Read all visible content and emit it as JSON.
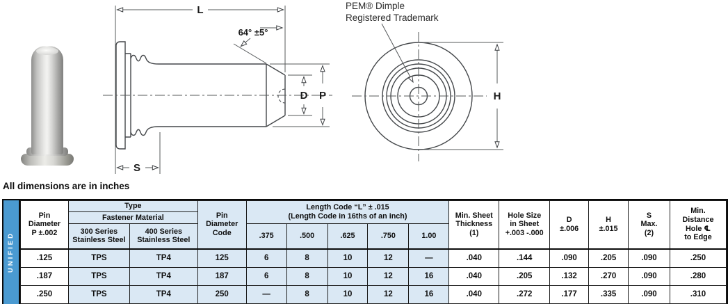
{
  "colors": {
    "band_blue": "#4a9ad1",
    "cell_light_blue": "#dae8f4",
    "line_color": "#44474a",
    "border_black": "#0b0b0b"
  },
  "drawing": {
    "photo_name": "stainless pin photo",
    "side_view": {
      "length_label": "L",
      "angle_label": "64° ±5°",
      "tip_diameter_label": "D",
      "pin_diameter_label": "P",
      "shoulder_label": "S"
    },
    "top_view": {
      "head_label": "H",
      "annotation_line1": "PEM® Dimple",
      "annotation_line2": "Registered Trademark"
    }
  },
  "note": "All dimensions are in inches",
  "table": {
    "side_label": "UNIFIED",
    "headers": {
      "pin_diameter": "Pin\nDiameter\nP ±.002",
      "type": "Type",
      "fastener_material": "Fastener Material",
      "series300": "300 Series\nStainless Steel",
      "series400": "400 Series\nStainless Steel",
      "pin_code": "Pin\nDiameter\nCode",
      "length_code_title": "Length Code “L” ± .015\n(Length Code in 16ths of an inch)",
      "length_codes": [
        ".375",
        ".500",
        ".625",
        ".750",
        "1.00"
      ],
      "min_sheet": "Min. Sheet\nThickness\n(1)",
      "hole_size": "Hole Size\nin Sheet\n+.003 -.000",
      "d": "D\n±.006",
      "h": "H\n±.015",
      "s": "S\nMax.\n(2)",
      "min_dist": "Min.\nDistance\nHole ℄\nto Edge"
    },
    "rows": [
      {
        "pin_diameter": ".125",
        "mat300": "TPS",
        "mat400": "TP4",
        "code": "125",
        "lengths": [
          "6",
          "8",
          "10",
          "12",
          "—"
        ],
        "min_sheet": ".040",
        "hole": ".144",
        "d": ".090",
        "h": ".205",
        "s": ".090",
        "min_dist": ".250"
      },
      {
        "pin_diameter": ".187",
        "mat300": "TPS",
        "mat400": "TP4",
        "code": "187",
        "lengths": [
          "6",
          "8",
          "10",
          "12",
          "16"
        ],
        "min_sheet": ".040",
        "hole": ".205",
        "d": ".132",
        "h": ".270",
        "s": ".090",
        "min_dist": ".280"
      },
      {
        "pin_diameter": ".250",
        "mat300": "TPS",
        "mat400": "TP4",
        "code": "250",
        "lengths": [
          "—",
          "8",
          "10",
          "12",
          "16"
        ],
        "min_sheet": ".040",
        "hole": ".272",
        "d": ".177",
        "h": ".335",
        "s": ".090",
        "min_dist": ".310"
      }
    ]
  }
}
